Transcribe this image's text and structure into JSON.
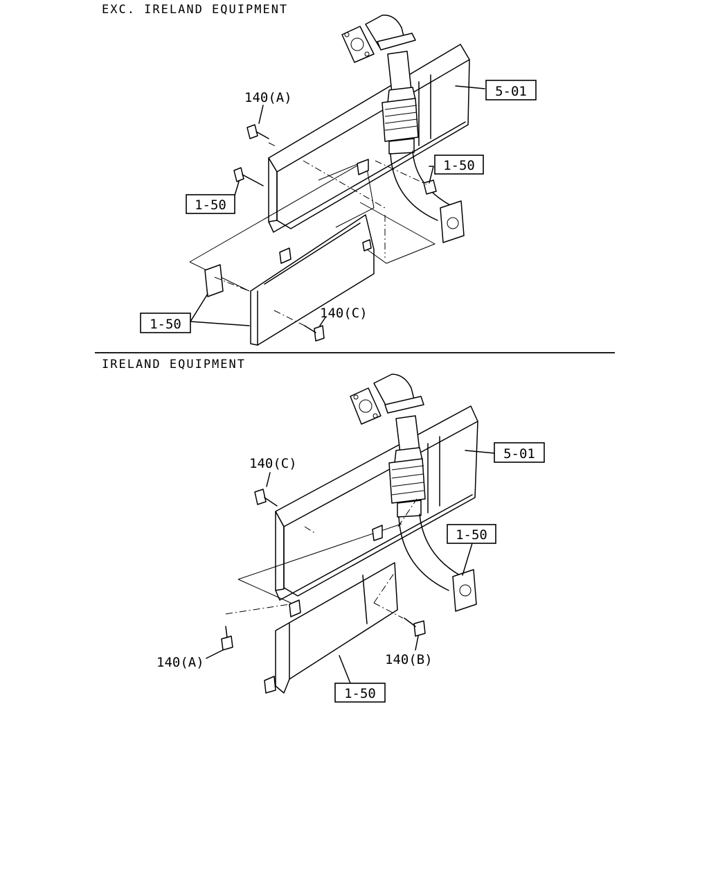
{
  "sections": [
    {
      "title": "EXC. IRELAND EQUIPMENT",
      "callouts": [
        "5-01",
        "1-50",
        "1-50",
        "1-50"
      ],
      "part_labels": [
        "140(A)",
        "140(C)"
      ]
    },
    {
      "title": "IRELAND EQUIPMENT",
      "callouts": [
        "5-01",
        "1-50",
        "1-50"
      ],
      "part_labels": [
        "140(C)",
        "140(A)",
        "140(B)"
      ]
    }
  ]
}
